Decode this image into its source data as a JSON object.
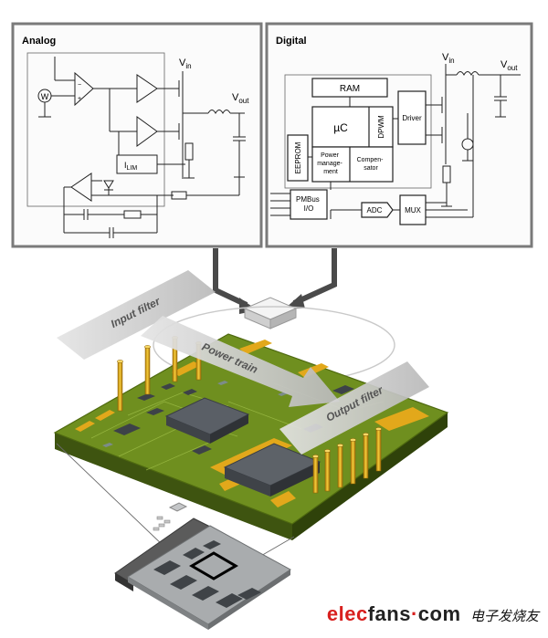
{
  "panels": {
    "analog": {
      "title": "Analog",
      "vin": "V",
      "vin_sub": "in",
      "vout": "V",
      "vout_sub": "out",
      "ilim": "I",
      "ilim_sub": "LIM",
      "w_label": "W"
    },
    "digital": {
      "title": "Digital",
      "vin": "V",
      "vin_sub": "in",
      "vout": "V",
      "vout_sub": "out",
      "ram": "RAM",
      "uc": "µC",
      "dpwm": "DPWM",
      "driver": "Driver",
      "eeprom": "EEPROM",
      "power_mgmt": [
        "Power",
        "manage-",
        "ment"
      ],
      "compensator": [
        "Compen-",
        "sator"
      ],
      "pmbus": [
        "PMBus",
        "I/O"
      ],
      "adc": "ADC",
      "mux": "MUX"
    }
  },
  "board": {
    "input_filter": "Input filter",
    "power_train": "Power train",
    "output_filter": "Output filter"
  },
  "watermark": {
    "brand_e": "elec",
    "brand_fans": "fans",
    "brand_dot": "·",
    "brand_com": "com",
    "cn": "电子发烧友"
  },
  "colors": {
    "pcb_green": "#6f8f1f",
    "pad_gold": "#e2a81b",
    "watermark_red": "#d8201e",
    "watermark_dark": "#222222"
  }
}
